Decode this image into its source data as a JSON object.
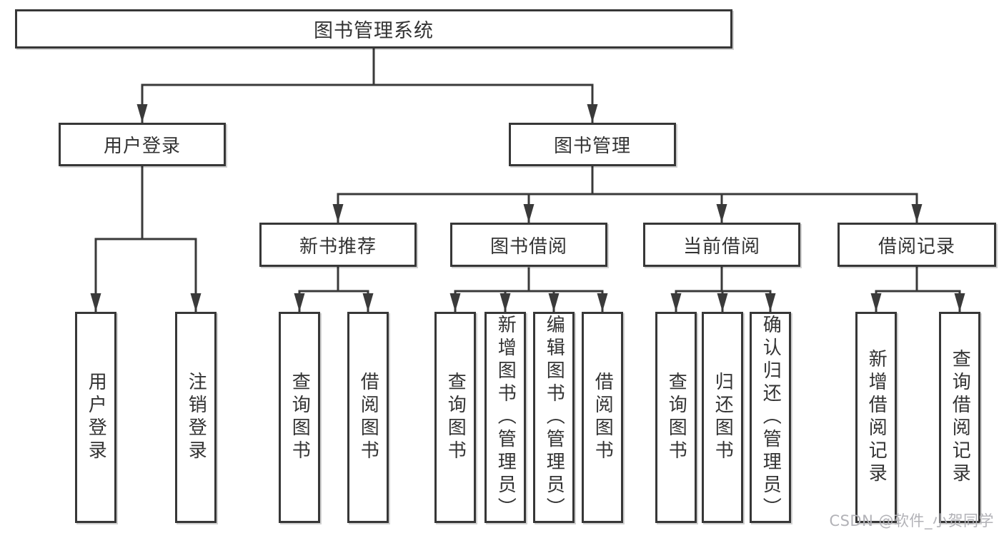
{
  "diagram_type": "hierarchy",
  "colors": {
    "line": "#3a3a3a",
    "box_border": "#373737",
    "text": "#333333",
    "background": "#ffffff",
    "watermark": "#b2b2b7"
  },
  "hierarchy": {
    "root": {
      "label": "图书管理系统"
    },
    "children": [
      {
        "label": "用户登录",
        "children": [
          {
            "label": "用户登录"
          },
          {
            "label": "注销登录"
          }
        ]
      },
      {
        "label": "图书管理",
        "children": [
          {
            "label": "新书推荐",
            "children": [
              {
                "label": "查询图书"
              },
              {
                "label": "借阅图书"
              }
            ]
          },
          {
            "label": "图书借阅",
            "children": [
              {
                "label": "查询图书"
              },
              {
                "label": "新增图书（管理员）"
              },
              {
                "label": "编辑图书（管理员）"
              },
              {
                "label": "借阅图书"
              }
            ]
          },
          {
            "label": "当前借阅",
            "children": [
              {
                "label": "查询图书"
              },
              {
                "label": "归还图书"
              },
              {
                "label": "确认归还（管理员）"
              }
            ]
          },
          {
            "label": "借阅记录",
            "children": [
              {
                "label": "新增借阅记录"
              },
              {
                "label": "查询借阅记录"
              }
            ]
          }
        ]
      }
    ]
  },
  "watermark": {
    "text": "CSDN @软件_小贺同学"
  }
}
